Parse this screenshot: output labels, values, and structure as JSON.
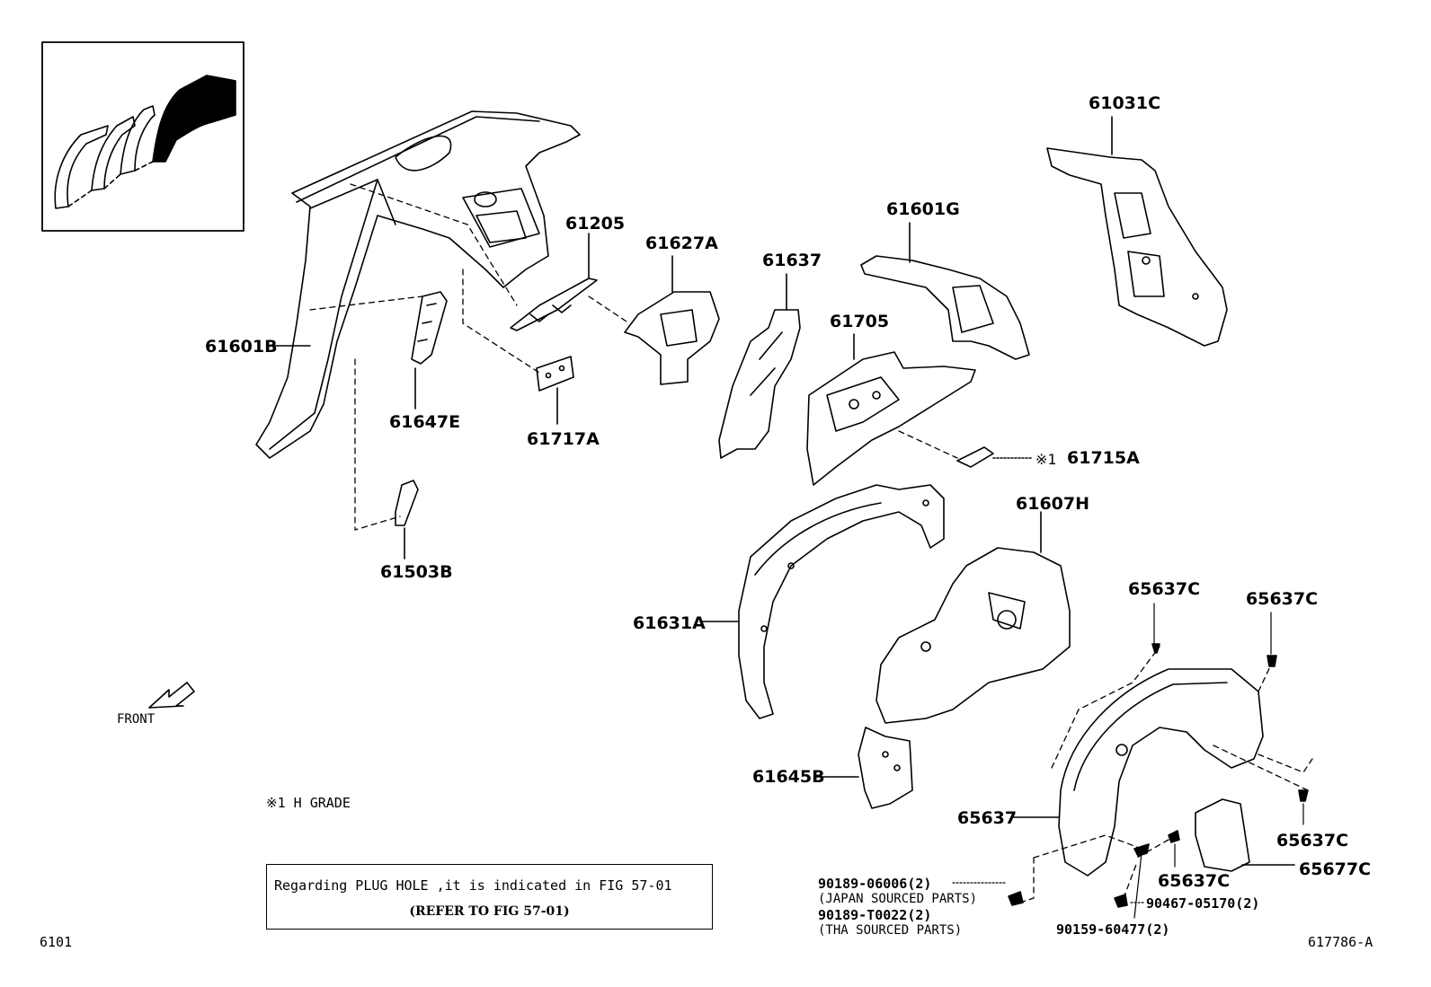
{
  "parts": {
    "p61031C": "61031C",
    "p61601G": "61601G",
    "p61205": "61205",
    "p61627A": "61627A",
    "p61637": "61637",
    "p61705": "61705",
    "p61601B": "61601B",
    "p61647E": "61647E",
    "p61717A": "61717A",
    "p61715A": "61715A",
    "p61715A_mark": "※1",
    "p61607H": "61607H",
    "p61503B": "61503B",
    "p61631A": "61631A",
    "p65637C_a": "65637C",
    "p65637C_b": "65637C",
    "p61645B": "61645B",
    "p65637": "65637",
    "p65637C_c": "65637C",
    "p65637C_d": "65637C",
    "p65677C": "65677C",
    "p90467": "90467-05170(2)",
    "p90159": "90159-60477(2)",
    "p90189a": "90189-06006(2)",
    "p90189a_note": "(JAPAN SOURCED PARTS)",
    "p90189b": "90189-T0022(2)",
    "p90189b_note": "(THA SOURCED PARTS)"
  },
  "front_label": "FRONT",
  "grade_note": "※1 H GRADE",
  "plug_note": {
    "line1": "Regarding PLUG HOLE ,it is indicated in FIG 57-01",
    "line2": "(REFER TO FIG 57-01)"
  },
  "figure_number": "6101",
  "illustration_id": "617786-A"
}
